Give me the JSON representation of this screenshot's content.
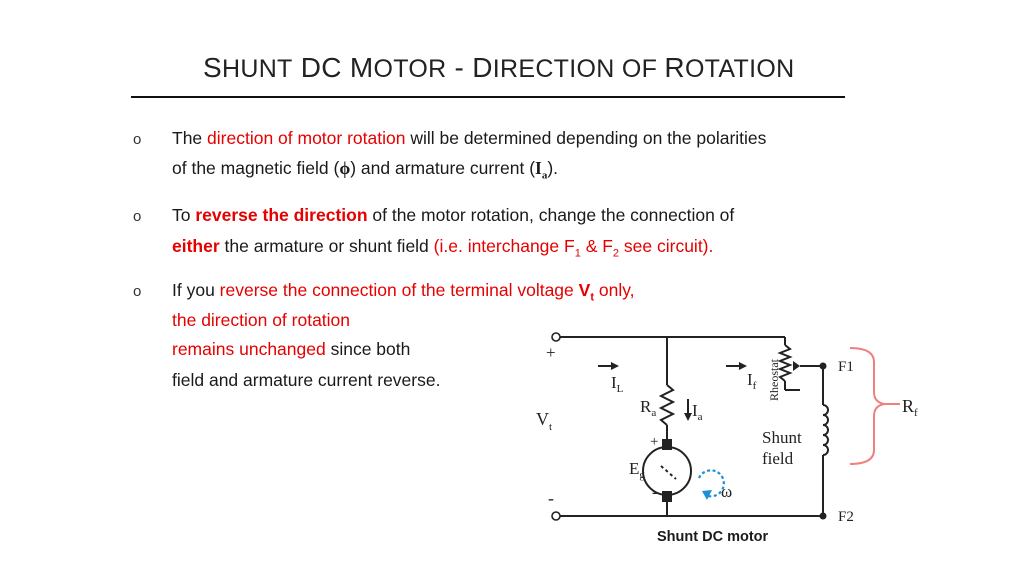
{
  "slide": {
    "title": {
      "s": "S",
      "hunt": "HUNT",
      "dc": " DC ",
      "m": "M",
      "otor": "OTOR",
      "dash": " - ",
      "d": "D",
      "irection_of": "IRECTION OF ",
      "r": "R",
      "otation": "OTATION"
    },
    "bullet_glyph": "o",
    "bullets": [
      {
        "lines": [
          [
            "The ",
            "direction of motor rotation",
            " will be determined depending on the polarities"
          ],
          [
            "of the magnetic field (",
            "ϕ",
            ") and armature current (",
            "I",
            "a",
            ")."
          ]
        ]
      },
      {
        "lines": [
          [
            "To ",
            "reverse the direction",
            " of the motor rotation, change the connection of"
          ],
          [
            "either",
            " the armature or shunt field ",
            "(i.e. interchange F",
            "1",
            " & F",
            "2",
            " see circuit)."
          ]
        ]
      },
      {
        "lines": [
          [
            "If you ",
            "reverse the connection of the terminal voltage ",
            "V",
            "t",
            " only,"
          ],
          [
            "the direction of rotation"
          ],
          [
            "remains unchanged",
            " since both"
          ],
          [
            "field and armature current reverse."
          ]
        ]
      }
    ]
  },
  "circuit": {
    "plus": "+",
    "minus": "-",
    "vt": "V",
    "vt_sub": "t",
    "il": "I",
    "il_sub": "L",
    "if": "I",
    "if_sub": "f",
    "ra": "R",
    "ra_sub": "a",
    "ia": "I",
    "ia_sub": "a",
    "eg": "E",
    "eg_sub": "g",
    "omega": "ω",
    "rheostat": "Rheostat",
    "f1": "F1",
    "f2": "F2",
    "rf": "R",
    "rf_sub": "f",
    "shunt_field_line1": "Shunt",
    "shunt_field_line2": "field",
    "arm_plus": "+",
    "arm_minus": "-",
    "caption": "Shunt DC motor"
  },
  "colors": {
    "emphasis_red": "#e60000",
    "brace_pink": "#f08080",
    "omega_blue": "#1e8fd6"
  }
}
